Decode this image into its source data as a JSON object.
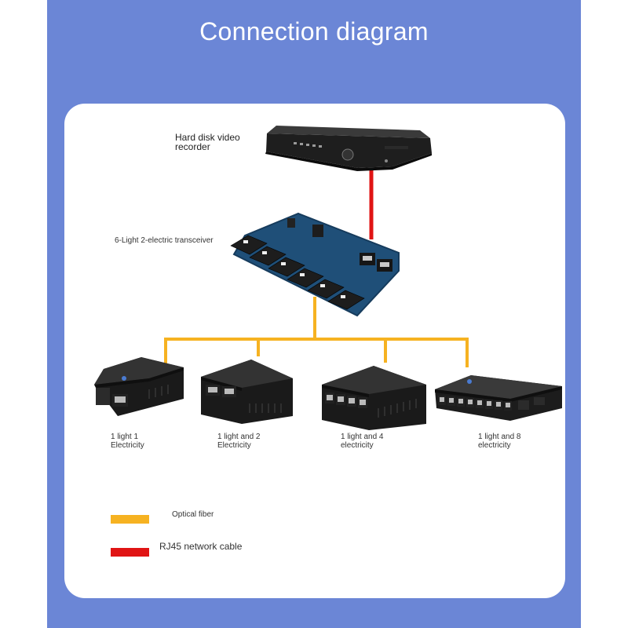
{
  "title": "Connection diagram",
  "colors": {
    "optical_fiber": "#f6b221",
    "rj45_cable": "#e01414",
    "background": "#6b86d6"
  },
  "nodes": {
    "recorder": "Hard disk video\nrecorder",
    "transceiver": "6-Light 2-electric transceiver",
    "device1": "1 light 1\nElectricity",
    "device2": "1 light and 2\nElectricity",
    "device3": "1 light and 4\nelectricity",
    "device4": "1 light and 8\nelectricity"
  },
  "legend": {
    "optical_fiber": "Optical fiber",
    "rj45": "RJ45 network cable"
  }
}
